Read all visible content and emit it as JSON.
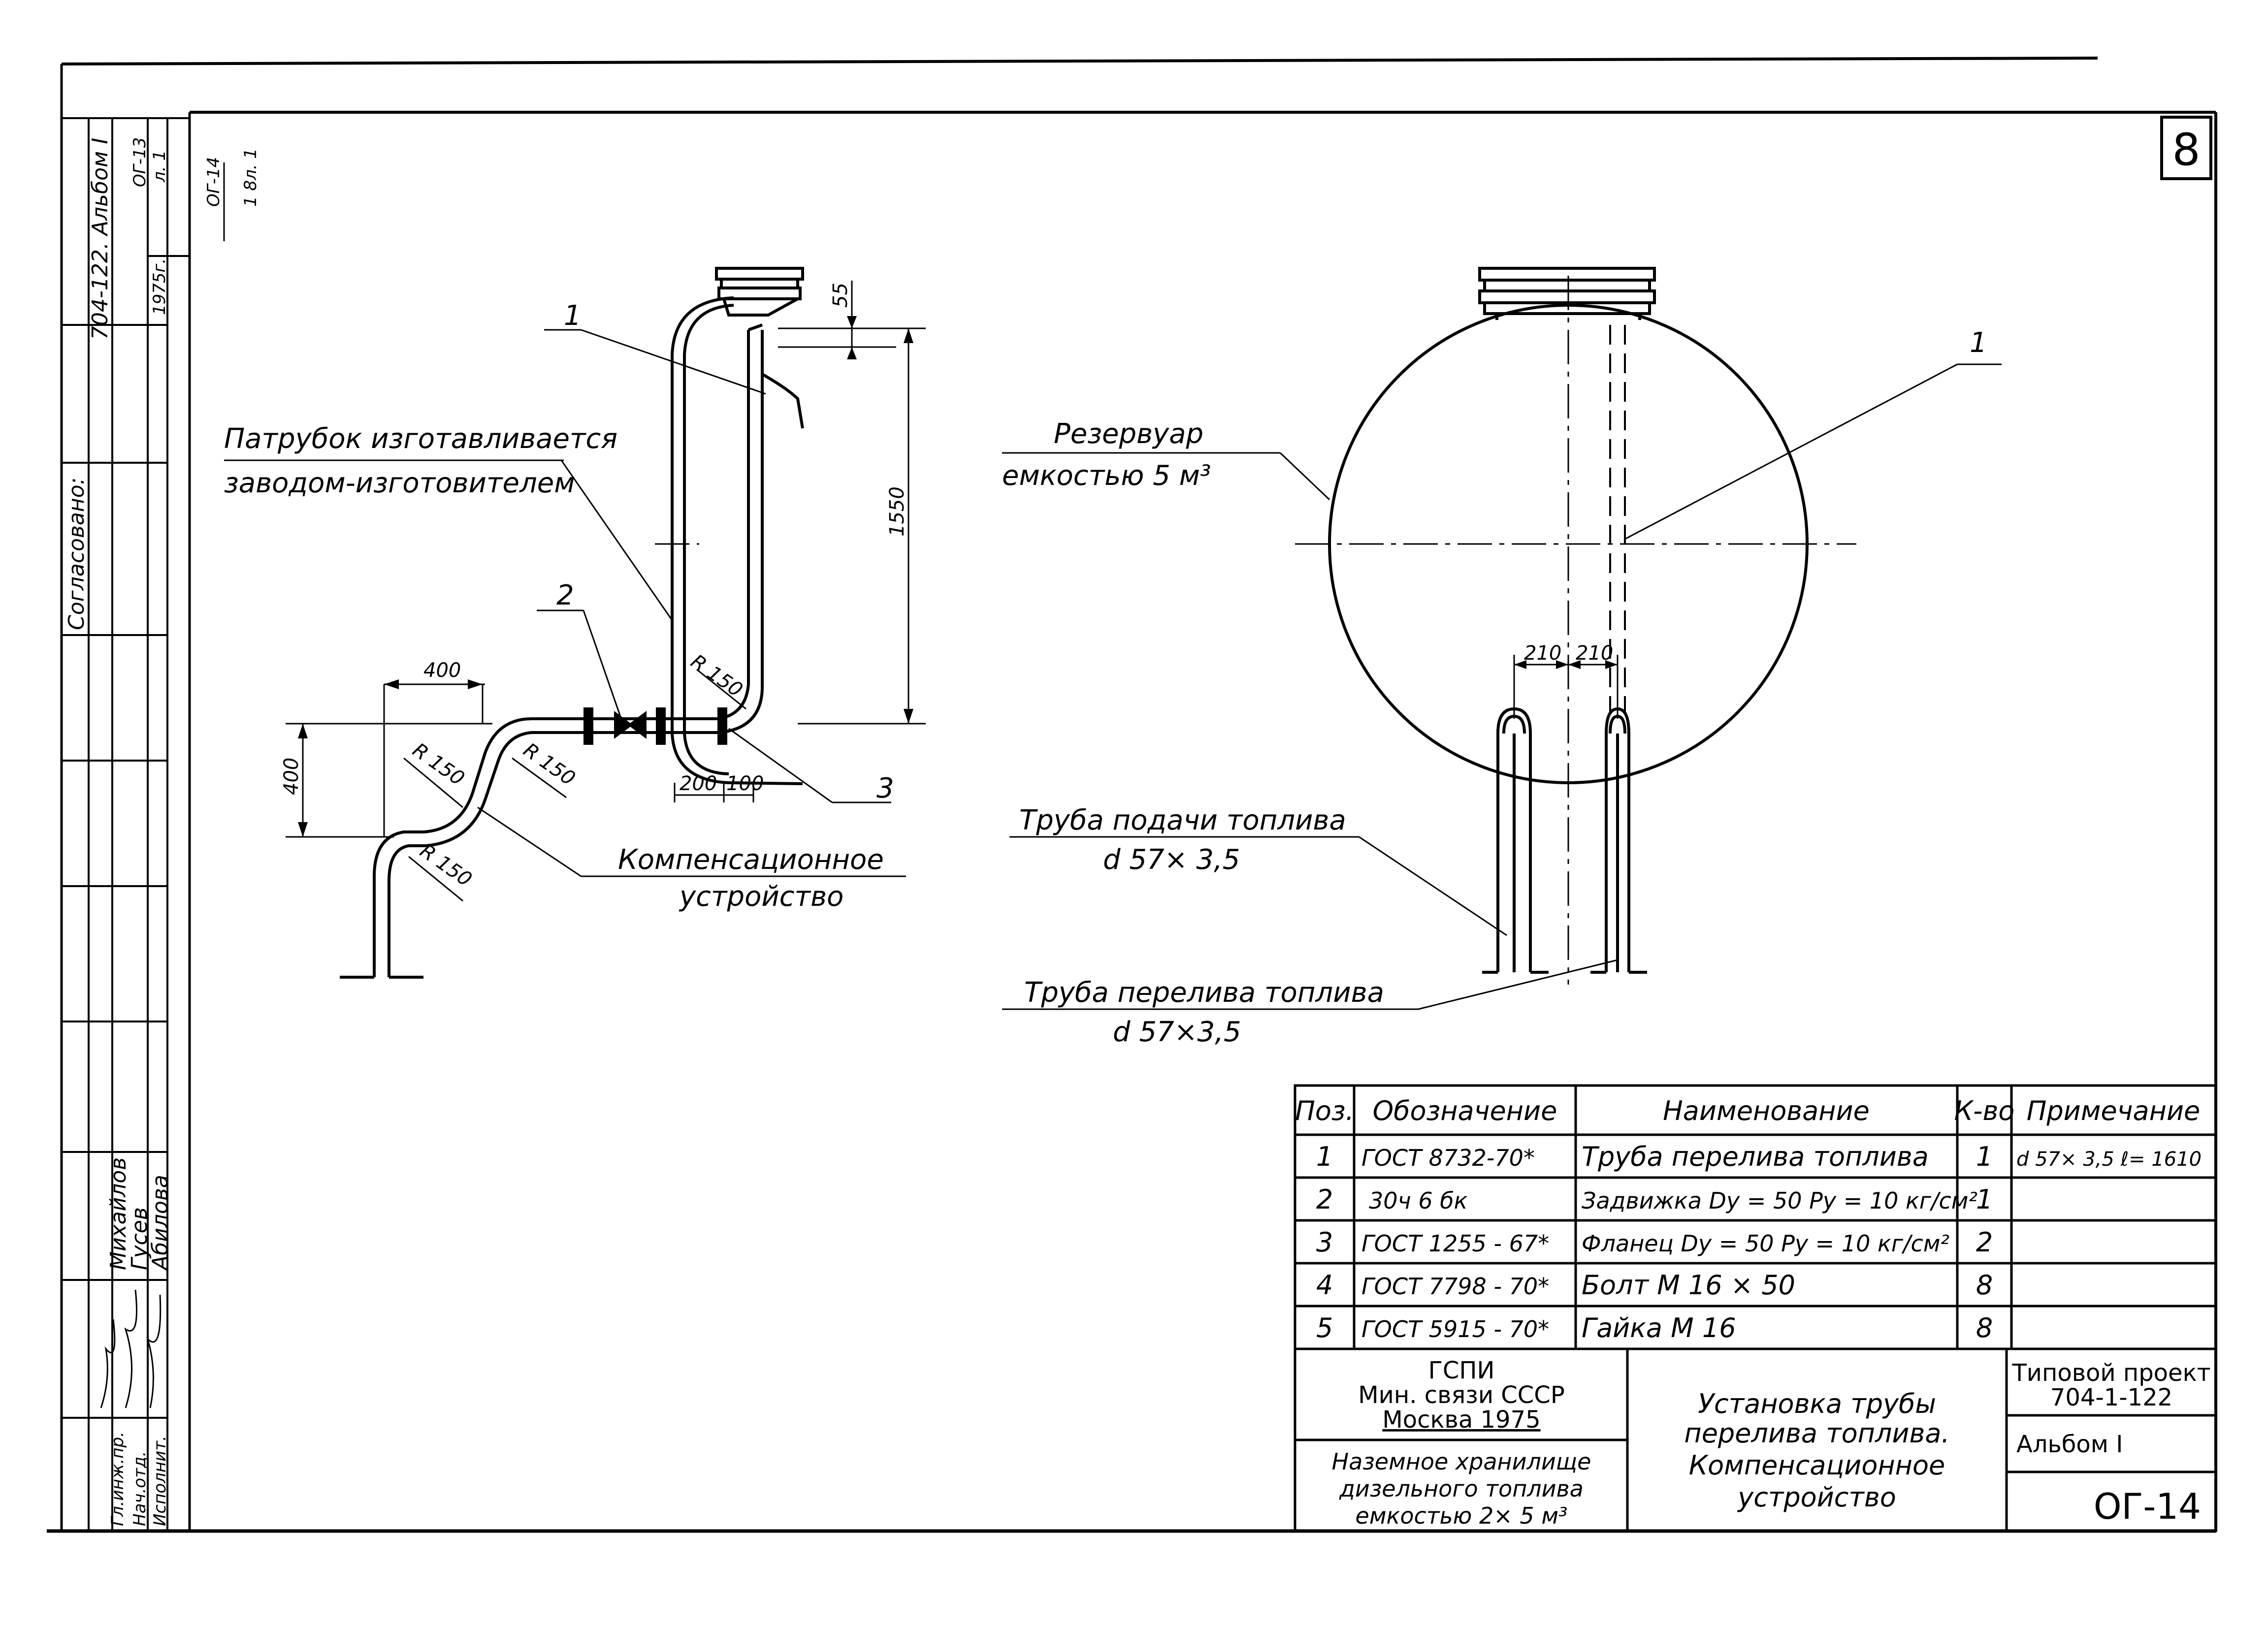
{
  "sheet": {
    "page_number": "8",
    "side_strip": {
      "project_ref": "704-122. Альбом I",
      "agreed_label": "Согласовано:",
      "sheet_ref_a": "ОГ-14",
      "sheet_ref_b": "1 8л. 1",
      "sheet_ref_c": "ОГ-13",
      "sheet_ref_d": "л. 1",
      "date_ref": "1975г."
    }
  },
  "left_view": {
    "callouts": {
      "c1": "1",
      "c2": "2",
      "c3": "3"
    },
    "note_line1": "Патрубок изготавливается",
    "note_line2": "заводом-изготовителем",
    "comp_line1": "Компенсационное",
    "comp_line2": "устройство",
    "dims": {
      "d55": "55",
      "d1550": "1550",
      "d400h": "400",
      "d400v": "400",
      "d200": "200",
      "d100": "100",
      "r1": "R 150",
      "r2": "R 150",
      "r3": "R 150",
      "r4": "R 150"
    }
  },
  "right_view": {
    "callout1": "1",
    "tank_line1": "Резервуар",
    "tank_line2": "емкостью 5 м³",
    "supply_line1": "Труба подачи топлива",
    "supply_line2": "d 57× 3,5",
    "overflow_line1": "Труба перелива топлива",
    "overflow_line2": "d 57×3,5",
    "dim_a": "210",
    "dim_b": "210"
  },
  "spec_table": {
    "headers": [
      "Поз.",
      "Обозначение",
      "Наименование",
      "К-во",
      "Примечание"
    ],
    "rows": [
      [
        "1",
        "ГОСТ 8732-70*",
        "Труба перелива топлива",
        "1",
        "d 57× 3,5 ℓ= 1610"
      ],
      [
        "2",
        "30ч 6 бк",
        "Задвижка Dу = 50 Pу = 10 кг/см²",
        "1",
        ""
      ],
      [
        "3",
        "ГОСТ 1255 - 67*",
        "Фланец Dу = 50 Pу = 10 кг/см²",
        "2",
        ""
      ],
      [
        "4",
        "ГОСТ 7798 - 70*",
        "Болт М 16 × 50",
        "8",
        ""
      ],
      [
        "5",
        "ГОСТ 5915 - 70*",
        "Гайка М 16",
        "8",
        ""
      ]
    ]
  },
  "title_block": {
    "org_line1": "ГСПИ",
    "org_line2": "Мин. связи СССР",
    "org_line3": "Москва 1975",
    "object_line1": "Наземное хранилище",
    "object_line2": "дизельного топлива",
    "object_line3": "емкостью 2× 5 м³",
    "title_line1": "Установка трубы",
    "title_line2": "перелива топлива.",
    "title_line3": "Компенсационное",
    "title_line4": "устройство",
    "project_label": "Типовой проект",
    "project_number": "704-1-122",
    "album": "Альбом I",
    "sheet_code": "ОГ-14"
  },
  "signatures": {
    "roles": [
      "Гл.инж.пр.",
      "Нач.отд.",
      "Исполнит."
    ],
    "names": [
      "Михайлов",
      "Гусев",
      "Абилова"
    ]
  }
}
